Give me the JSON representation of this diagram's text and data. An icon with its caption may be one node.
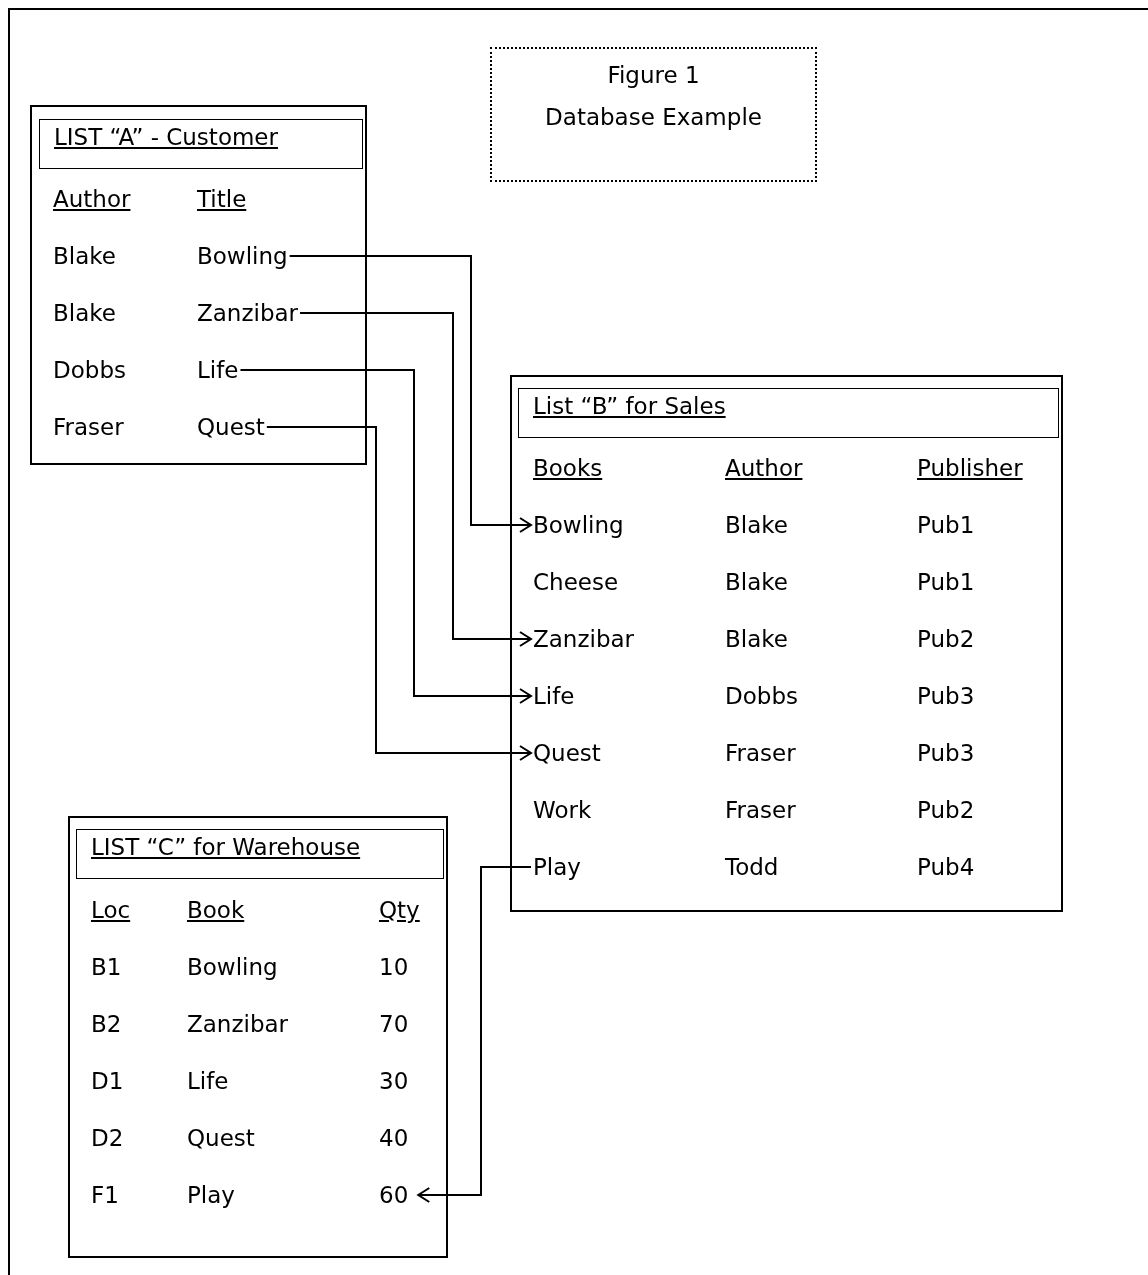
{
  "diagram": {
    "nodes": [
      {
        "text": [
          "Figure 1",
          "Database Example"
        ]
      },
      {
        "text": [
          "LIST “A” - Customer"
        ]
      },
      {
        "text": [
          "Bowling"
        ],
        "in": 1
      },
      {
        "text": [
          "Zanzibar"
        ],
        "in": 1
      },
      {
        "text": [
          "Life"
        ],
        "in": 1
      },
      {
        "text": [
          "Quest"
        ],
        "in": 1
      },
      {
        "text": [
          "List “B” for Sales"
        ]
      },
      {
        "text": [
          "Bowling"
        ],
        "in": 6
      },
      {
        "text": [
          "Zanzibar"
        ],
        "in": 6
      },
      {
        "text": [
          "Life"
        ],
        "in": 6
      },
      {
        "text": [
          "Quest"
        ],
        "in": 6
      },
      {
        "text": [
          "Play"
        ],
        "in": 6
      },
      {
        "text": [
          "LIST “C” for Warehouse"
        ]
      },
      {
        "text": [
          "60"
        ],
        "in": 12
      }
    ],
    "edges": [
      {
        "from": 2,
        "to": 7,
        "arrow": "to"
      },
      {
        "from": 3,
        "to": 8,
        "arrow": "to"
      },
      {
        "from": 4,
        "to": 9,
        "arrow": "to"
      },
      {
        "from": 5,
        "to": 10,
        "arrow": "to"
      },
      {
        "from": 11,
        "to": 13,
        "arrow": "to"
      }
    ],
    "labels": [
      "Author",
      "Title",
      "Blake",
      "Blake",
      "Dobbs",
      "Fraser",
      "Books",
      "Author",
      "Publisher",
      "Blake",
      "Pub1",
      "Cheese",
      "Blake",
      "Pub1",
      "Blake",
      "Pub2",
      "Dobbs",
      "Pub3",
      "Fraser",
      "Pub3",
      "Work",
      "Fraser",
      "Pub2",
      "Todd",
      "Pub4",
      "Loc",
      "Book",
      "Qty",
      "B1",
      "Bowling",
      "10",
      "B2",
      "Zanzibar",
      "70",
      "D1",
      "Life",
      "30",
      "D2",
      "Quest",
      "40",
      "F1",
      "Play"
    ]
  }
}
